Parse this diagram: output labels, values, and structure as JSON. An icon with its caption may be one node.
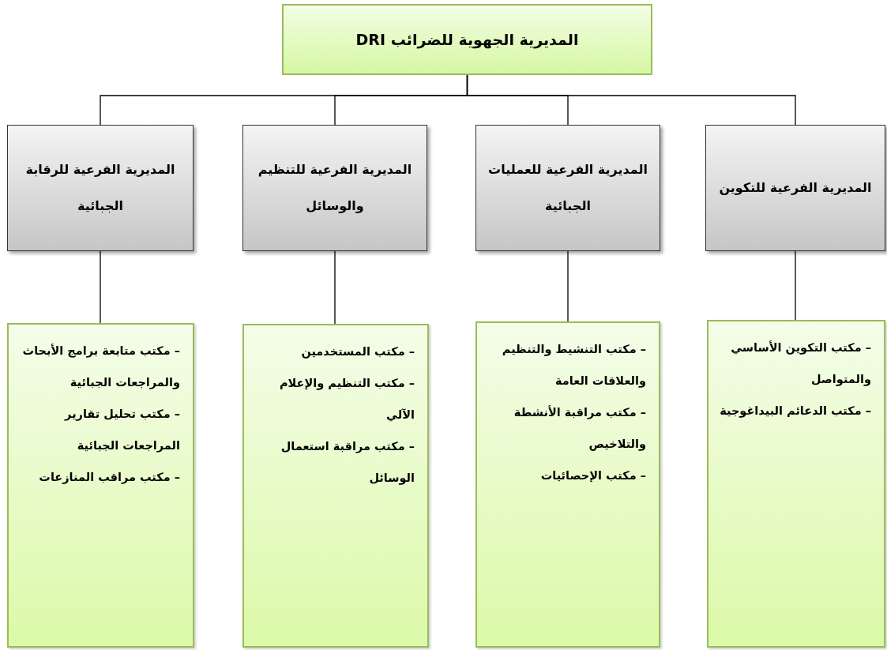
{
  "diagram": {
    "nodes": [
      {
        "text": [
          "المديرية الجهوية للضرائب DRI"
        ]
      },
      {
        "text": [
          "المديرية الفرعية للتكوين"
        ]
      },
      {
        "text": [
          "المديرية الفرعية للعمليات الجبائية"
        ]
      },
      {
        "text": [
          "المديرية الفرعية للتنظيم والوسائل"
        ]
      },
      {
        "text": [
          "المديرية الفرعية للرقابة الجبائية"
        ]
      },
      {
        "text": [
          "– مكتب التكوين الأساسي والمتواصل",
          "– مكتب الدعائم البيداغوجية"
        ]
      },
      {
        "text": [
          "– مكتب التنشيط والتنظيم والعلاقات العامة",
          "– مكتب مراقبة الأنشطة والتلاخيص",
          "– مكتب الإحصائيات"
        ]
      },
      {
        "text": [
          "– مكتب المستخدمين",
          "– مكتب التنظيم والإعلام الآلي",
          "– مكتب مراقبة استعمال الوسائل"
        ]
      },
      {
        "text": [
          "– مكتب متابعة برامج الأبحاث والمراجعات الجبائية",
          "– مكتب تحليل تقارير المراجعات الجبائية",
          "– مكتب مراقب المنازعات"
        ]
      }
    ],
    "edges": [
      {
        "from": 0,
        "to": 1,
        "arrow": "none"
      },
      {
        "from": 0,
        "to": 2,
        "arrow": "none"
      },
      {
        "from": 0,
        "to": 3,
        "arrow": "none"
      },
      {
        "from": 0,
        "to": 4,
        "arrow": "none"
      },
      {
        "from": 1,
        "to": 5,
        "arrow": "none"
      },
      {
        "from": 2,
        "to": 6,
        "arrow": "none"
      },
      {
        "from": 3,
        "to": 7,
        "arrow": "none"
      },
      {
        "from": 4,
        "to": 8,
        "arrow": "none"
      }
    ]
  }
}
